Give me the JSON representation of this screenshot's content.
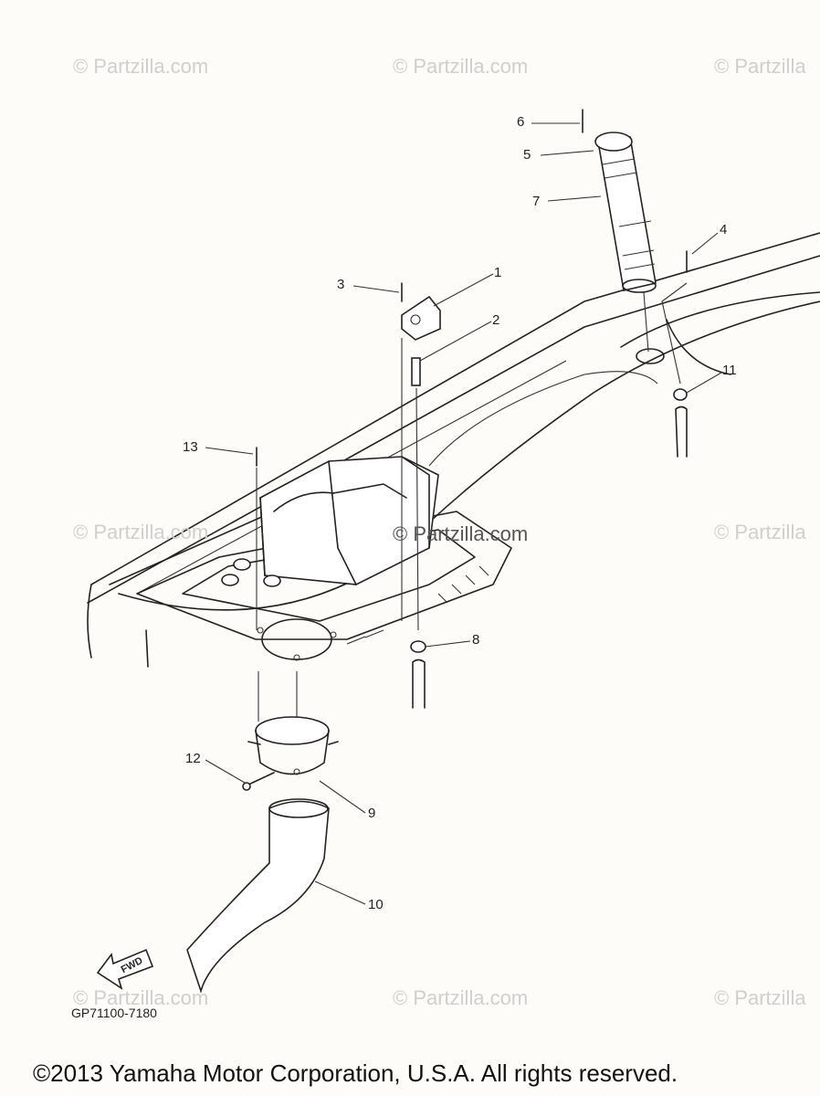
{
  "watermarks": [
    {
      "text": "© Partzilla.com",
      "pos": "top-left"
    },
    {
      "text": "© Partzilla.com",
      "pos": "top-center"
    },
    {
      "text": "© Partzilla",
      "pos": "top-right"
    },
    {
      "text": "© Partzilla.com",
      "pos": "mid-left"
    },
    {
      "text": "© Partzilla.com",
      "pos": "center"
    },
    {
      "text": "© Partzilla",
      "pos": "mid-right"
    },
    {
      "text": "© Partzilla.com",
      "pos": "bottom-left"
    },
    {
      "text": "© Partzilla.com",
      "pos": "bottom-center"
    },
    {
      "text": "© Partzilla",
      "pos": "bottom-right"
    }
  ],
  "callouts": [
    "1",
    "2",
    "3",
    "4",
    "5",
    "6",
    "7",
    "8",
    "9",
    "10",
    "11",
    "12",
    "13"
  ],
  "arrow_label": "FWD",
  "diagram_code": "GP71100-7180",
  "copyright": "©2013  Yamaha Motor Corporation, U.S.A. All rights reserved."
}
